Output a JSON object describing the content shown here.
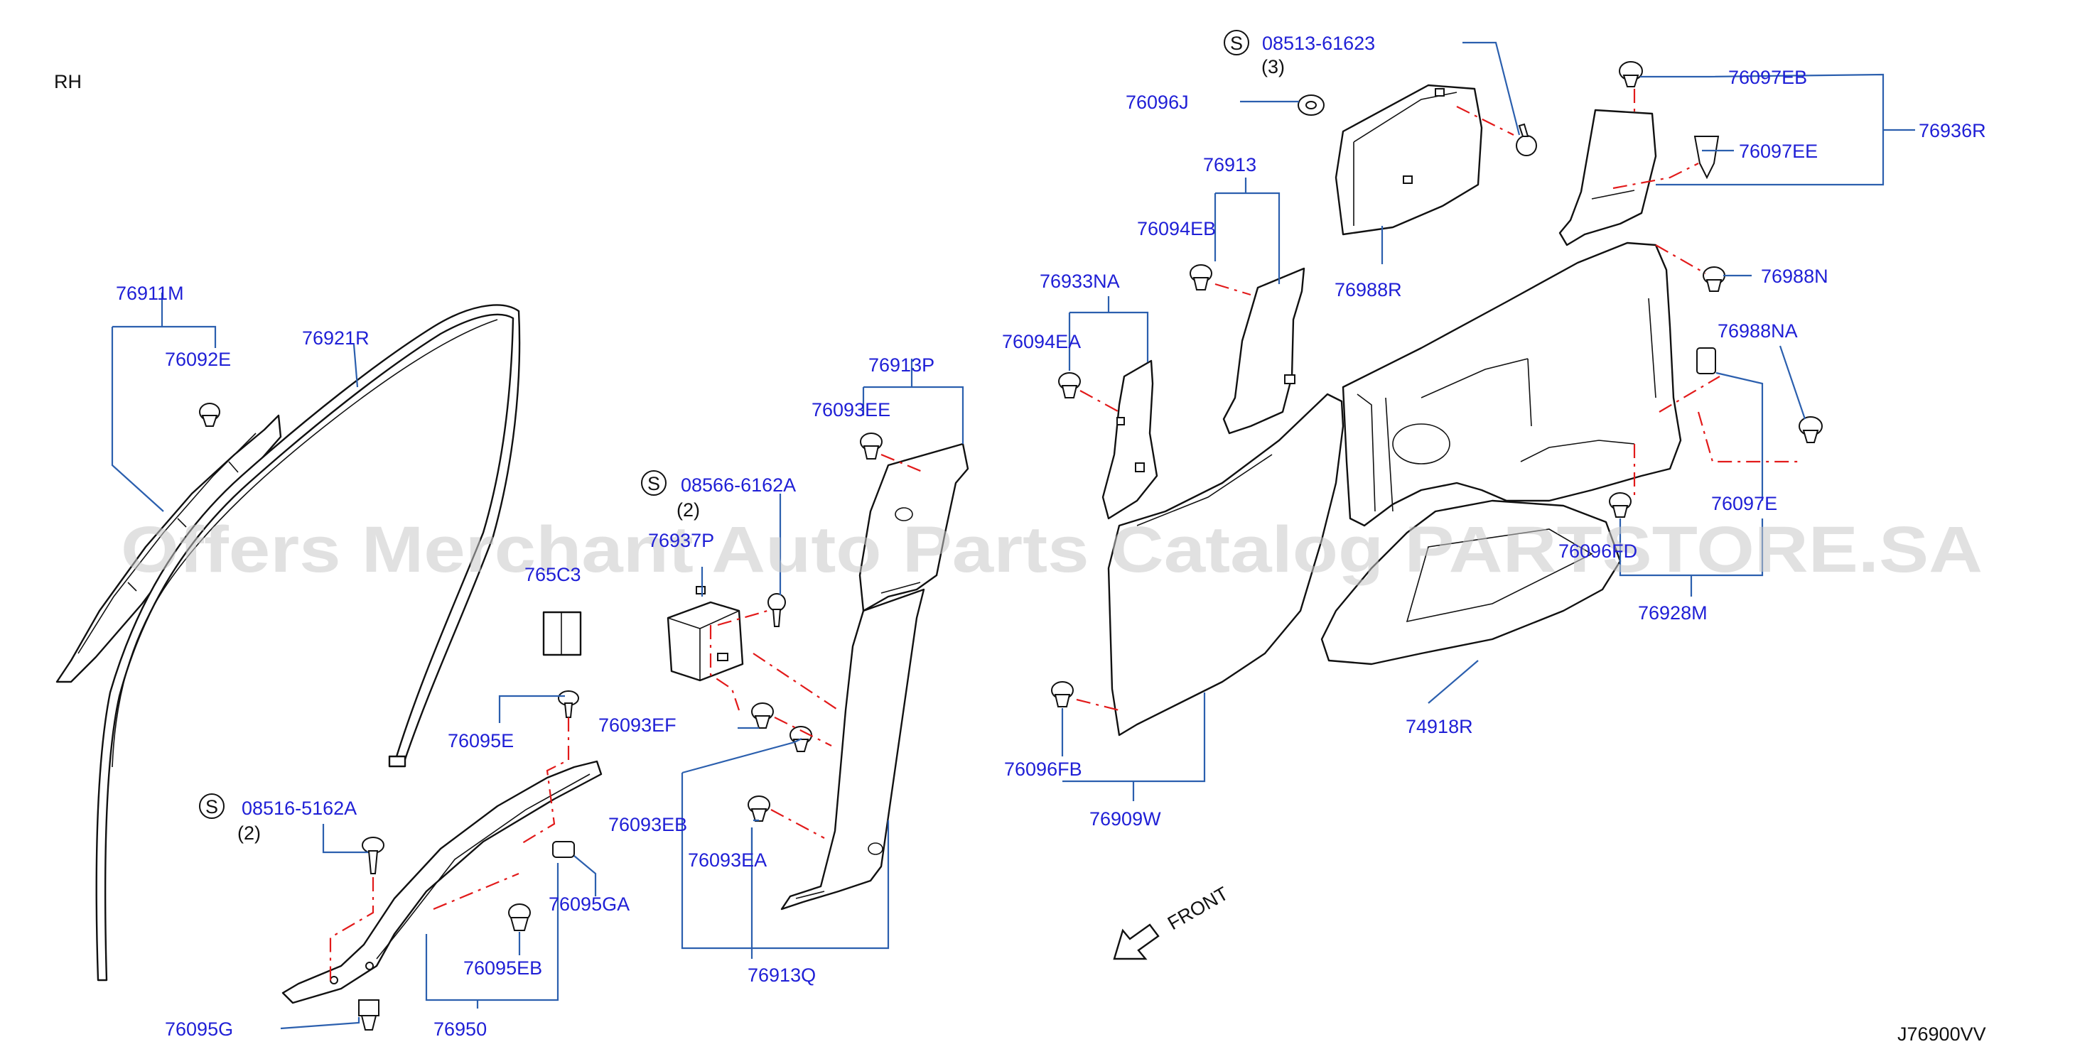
{
  "header": {
    "side": "RH"
  },
  "watermark": "Offers Merchant Auto Parts Catalog PARTSTORE.SA",
  "diagram_code": "J76900VV",
  "front_label": "FRONT",
  "screw_marker": "S",
  "parts": {
    "p76911M": "76911M",
    "p76092E": "76092E",
    "p76921R": "76921R",
    "p76913P": "76913P",
    "p76093EE": "76093EE",
    "s08566": "08566-6162A",
    "s08566_qty": "(2)",
    "p76937P": "76937P",
    "p76503": "765C3",
    "p76093EF": "76093EF",
    "p76095E": "76095E",
    "s08516": "08516-5162A",
    "s08516_qty": "(2)",
    "p76093EB": "76093EB",
    "p76093EA": "76093EA",
    "p76095GA": "76095GA",
    "p76095EB": "76095EB",
    "p76913Q": "76913Q",
    "p76095G": "76095G",
    "p76950": "76950",
    "s08513": "08513-61623",
    "s08513_qty": "(3)",
    "p76096J": "76096J",
    "p76913": "76913",
    "p76094EB": "76094EB",
    "p76988R": "76988R",
    "p76933NA": "76933NA",
    "p76094EA": "76094EA",
    "p76097EB": "76097EB",
    "p76097EE": "76097EE",
    "p76936R": "76936R",
    "p76988N": "76988N",
    "p76988NA": "76988NA",
    "p76097E": "76097E",
    "p76096FD": "76096FD",
    "p76928M": "76928M",
    "p74918R": "74918R",
    "p76096FB": "76096FB",
    "p76909W": "76909W"
  }
}
